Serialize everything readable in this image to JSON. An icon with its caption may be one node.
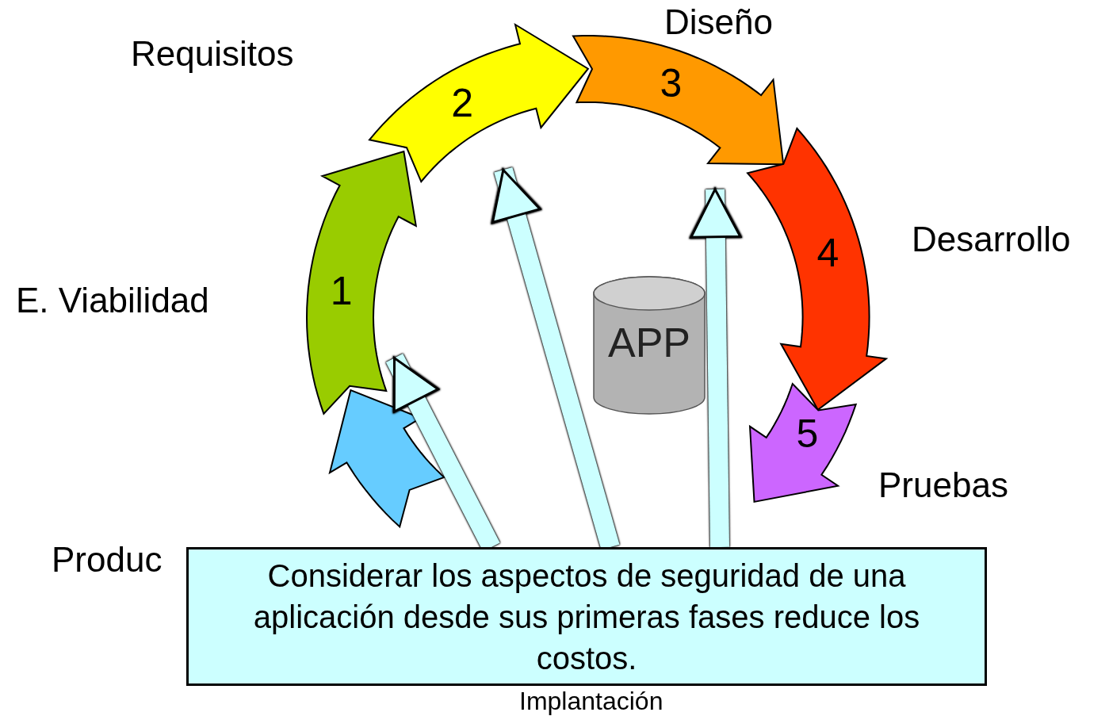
{
  "diagram": {
    "nodes": [
      {
        "text": [
          "1"
        ],
        "beside": [
          "E. Viabilidad"
        ]
      },
      {
        "text": [
          "2"
        ],
        "beside": [
          "Requisitos"
        ]
      },
      {
        "text": [
          "3"
        ],
        "beside": [
          "Diseño"
        ]
      },
      {
        "text": [
          "4"
        ],
        "beside": [
          "Desarrollo"
        ]
      },
      {
        "text": [
          "5"
        ],
        "beside": [
          "Pruebas"
        ]
      },
      {
        "text": [],
        "shape": "arrow"
      },
      {
        "text": [
          "APP"
        ]
      },
      {
        "text": [
          "Considerar los aspectos de seguridad de una aplicación desde sus primeras fases reduce los costos."
        ]
      }
    ],
    "edges": [
      {
        "from": 7,
        "to": 0,
        "arrow": "to"
      },
      {
        "from": 7,
        "to": 1,
        "arrow": "to"
      },
      {
        "from": 7,
        "to": 2,
        "arrow": "to"
      }
    ],
    "labels": [
      "Produc",
      "Implantación"
    ]
  }
}
